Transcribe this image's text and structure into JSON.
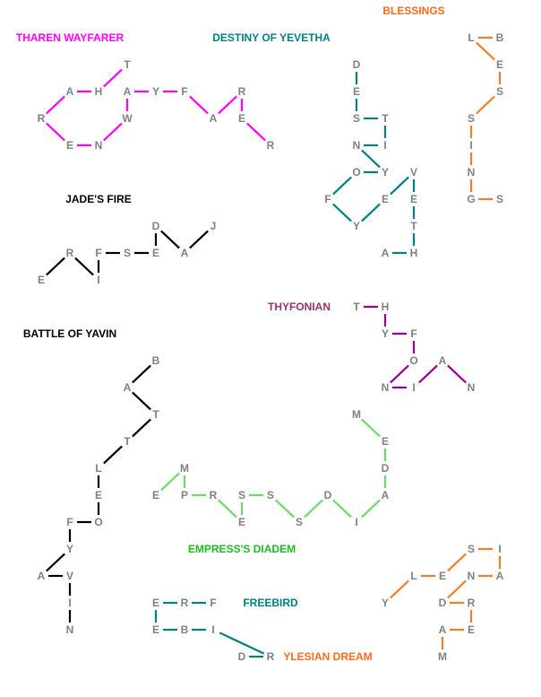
{
  "puzzles": [
    {
      "id": "tharen",
      "title": "THAREN WAYFARER",
      "title_color": "#ff00ff",
      "line_color": "#ff00ff",
      "letters": [
        "T",
        "H",
        "A",
        "R",
        "E",
        "N",
        "W",
        "A",
        "Y",
        "F",
        "A",
        "R",
        "E",
        "R"
      ]
    },
    {
      "id": "destiny",
      "title": "DESTINY OF YEVETHA",
      "title_color": "#008080",
      "line_color": "#008080",
      "letters": [
        "D",
        "E",
        "S",
        "T",
        "I",
        "N",
        "Y",
        "O",
        "F",
        "Y",
        "E",
        "V",
        "E",
        "T",
        "H",
        "A"
      ]
    },
    {
      "id": "blessings",
      "title": "BLESSINGS",
      "title_color": "#ff6a1a",
      "line_color": "#f07f2a",
      "letters": [
        "B",
        "L",
        "E",
        "S",
        "S",
        "I",
        "N",
        "G",
        "S"
      ]
    },
    {
      "id": "jade",
      "title": "JADE'S FIRE",
      "title_color": "#000000",
      "line_color": "#000000",
      "letters": [
        "J",
        "A",
        "D",
        "E",
        "S",
        "F",
        "I",
        "R",
        "E"
      ]
    },
    {
      "id": "thyfonian",
      "title": "THYFONIAN",
      "title_color": "#993366",
      "line_color": "#990099",
      "letters": [
        "T",
        "H",
        "Y",
        "F",
        "O",
        "N",
        "I",
        "A",
        "N"
      ]
    },
    {
      "id": "battle",
      "title": "BATTLE OF YAVIN",
      "title_color": "#000000",
      "line_color": "#000000",
      "letters": [
        "B",
        "A",
        "T",
        "T",
        "L",
        "E",
        "O",
        "F",
        "Y",
        "A",
        "V",
        "I",
        "N"
      ]
    },
    {
      "id": "empress",
      "title": "EMPRESS'S DIADEM",
      "title_color": "#1fbb1f",
      "line_color": "#66dd66",
      "letters": [
        "E",
        "M",
        "P",
        "R",
        "E",
        "S",
        "S",
        "S",
        "D",
        "I",
        "A",
        "D",
        "E",
        "M"
      ]
    },
    {
      "id": "freebird",
      "title": "FREEBIRD",
      "title_color": "#008080",
      "line_color": "#008080",
      "letters": [
        "F",
        "R",
        "E",
        "E",
        "B",
        "I",
        "R",
        "D"
      ]
    },
    {
      "id": "ylesian",
      "title": "YLESIAN DREAM",
      "title_color": "#ff6a1a",
      "line_color": "#f07f2a",
      "letters": [
        "Y",
        "L",
        "E",
        "S",
        "I",
        "A",
        "N",
        "D",
        "R",
        "E",
        "A",
        "M"
      ]
    }
  ]
}
